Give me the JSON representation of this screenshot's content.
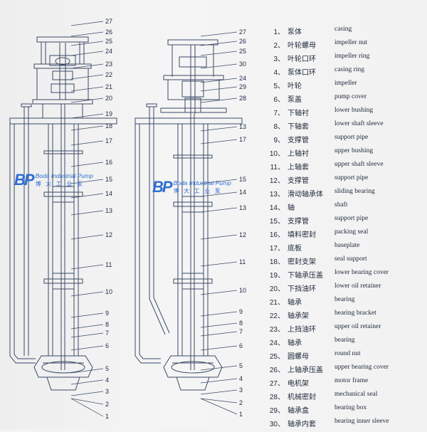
{
  "legend": [
    {
      "num": "1、",
      "cn": "泵体",
      "en": "casing"
    },
    {
      "num": "2、",
      "cn": "叶轮螺母",
      "en": "impeller nut"
    },
    {
      "num": "3、",
      "cn": "叶轮口环",
      "en": "impeller ring"
    },
    {
      "num": "4、",
      "cn": "泵体口环",
      "en": "casing ring"
    },
    {
      "num": "5、",
      "cn": "叶轮",
      "en": "impeller"
    },
    {
      "num": "6、",
      "cn": "泵盖",
      "en": "pump cover"
    },
    {
      "num": "7、",
      "cn": "下轴衬",
      "en": "lower bushing"
    },
    {
      "num": "8、",
      "cn": "下轴套",
      "en": "lower shaft sleeve"
    },
    {
      "num": "9、",
      "cn": "支撑管",
      "en": "support pipe"
    },
    {
      "num": "10、",
      "cn": "上轴衬",
      "en": "upper bushing"
    },
    {
      "num": "11、",
      "cn": "上轴套",
      "en": "upper shaft sleeve"
    },
    {
      "num": "12、",
      "cn": "支撑管",
      "en": "support pipe"
    },
    {
      "num": "13、",
      "cn": "滑动轴承体",
      "en": "sliding bearing"
    },
    {
      "num": "14、",
      "cn": "轴",
      "en": "shaft"
    },
    {
      "num": "15、",
      "cn": "支撑管",
      "en": "support pipe"
    },
    {
      "num": "16、",
      "cn": "填料密封",
      "en": "packing seal"
    },
    {
      "num": "17、",
      "cn": "底板",
      "en": "baseplate"
    },
    {
      "num": "18、",
      "cn": "密封支架",
      "en": "seal support"
    },
    {
      "num": "19、",
      "cn": "下轴承压盖",
      "en": "lower bearing cover"
    },
    {
      "num": "20、",
      "cn": "下挡油环",
      "en": "lower oil retainer"
    },
    {
      "num": "21、",
      "cn": "轴承",
      "en": "bearing"
    },
    {
      "num": "22、",
      "cn": "轴承架",
      "en": "bearing bracket"
    },
    {
      "num": "23、",
      "cn": "上挡油环",
      "en": "upper oil retainer"
    },
    {
      "num": "24、",
      "cn": "轴承",
      "en": "bearing"
    },
    {
      "num": "25、",
      "cn": "圆螺母",
      "en": "round nut"
    },
    {
      "num": "26、",
      "cn": "上轴承压盖",
      "en": "upper bearing cover"
    },
    {
      "num": "27、",
      "cn": "电机架",
      "en": "motor frame"
    },
    {
      "num": "28、",
      "cn": "机械密封",
      "en": "mechanical seal"
    },
    {
      "num": "29、",
      "cn": "轴承盒",
      "en": "bearing box"
    },
    {
      "num": "30、",
      "cn": "轴承内套",
      "en": "bearing inner sleeve"
    }
  ],
  "left_callouts": [
    "27",
    "26",
    "25",
    "24",
    "23",
    "22",
    "21",
    "20",
    "19",
    "18",
    "17",
    "16",
    "15",
    "14",
    "13",
    "12",
    "11",
    "10",
    "9",
    "8",
    "7",
    "6",
    "5",
    "4",
    "3",
    "2",
    "1"
  ],
  "right_callouts": [
    "27",
    "26",
    "25",
    "30",
    "24",
    "29",
    "28",
    "13",
    "17",
    "15",
    "14",
    "13",
    "12",
    "11",
    "10",
    "9",
    "8",
    "7",
    "6",
    "5",
    "4",
    "3",
    "2",
    "1"
  ],
  "logo": {
    "mark": "BP",
    "en": "Boda Industrial Pump",
    "cn": "博 大 工 业 泵"
  },
  "colors": {
    "line": "#3a4a68",
    "text": "#1e2a44",
    "logo": "#2f6fd0"
  }
}
